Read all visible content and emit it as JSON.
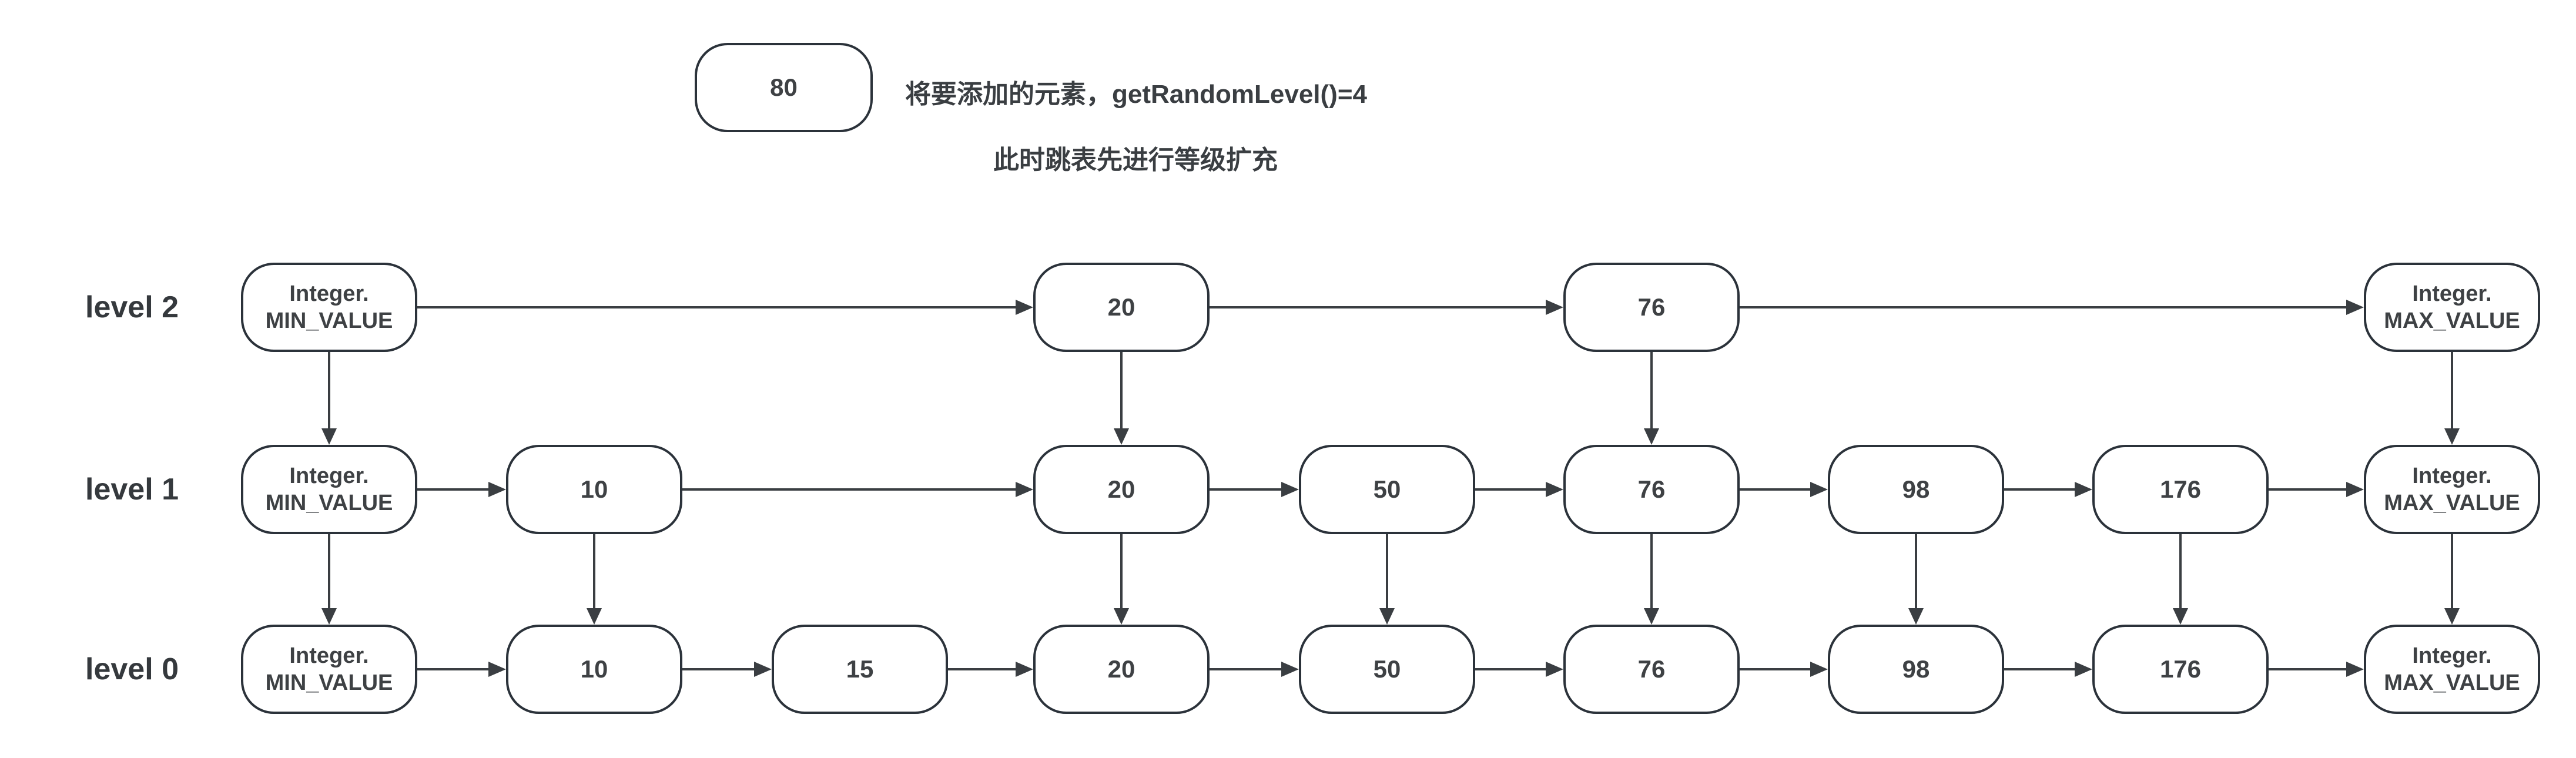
{
  "note": {
    "node_label": "80",
    "line1": "将要添加的元素，getRandomLevel()=4",
    "line2": "此时跳表先进行等级扩充"
  },
  "colors": {
    "background": "#ffffff",
    "node_border": "#2b323a",
    "node_fill": "#ffffff",
    "node_text": "#3e4144",
    "arrow": "#3a3e42",
    "label_text": "#35393d"
  },
  "diagram": {
    "node_labels": {
      "min": [
        "Integer.",
        "MIN_VALUE"
      ],
      "max": [
        "Integer.",
        "MAX_VALUE"
      ],
      "10": [
        "10"
      ],
      "15": [
        "15"
      ],
      "20": [
        "20"
      ],
      "50": [
        "50"
      ],
      "76": [
        "76"
      ],
      "98": [
        "98"
      ],
      "176": [
        "176"
      ]
    },
    "levels": [
      {
        "label": "level 2",
        "columns": [
          "min",
          "20",
          "76",
          "max"
        ]
      },
      {
        "label": "level 1",
        "columns": [
          "min",
          "10",
          "20",
          "50",
          "76",
          "98",
          "176",
          "max"
        ]
      },
      {
        "label": "level 0",
        "columns": [
          "min",
          "10",
          "15",
          "20",
          "50",
          "76",
          "98",
          "176",
          "max"
        ]
      }
    ]
  }
}
